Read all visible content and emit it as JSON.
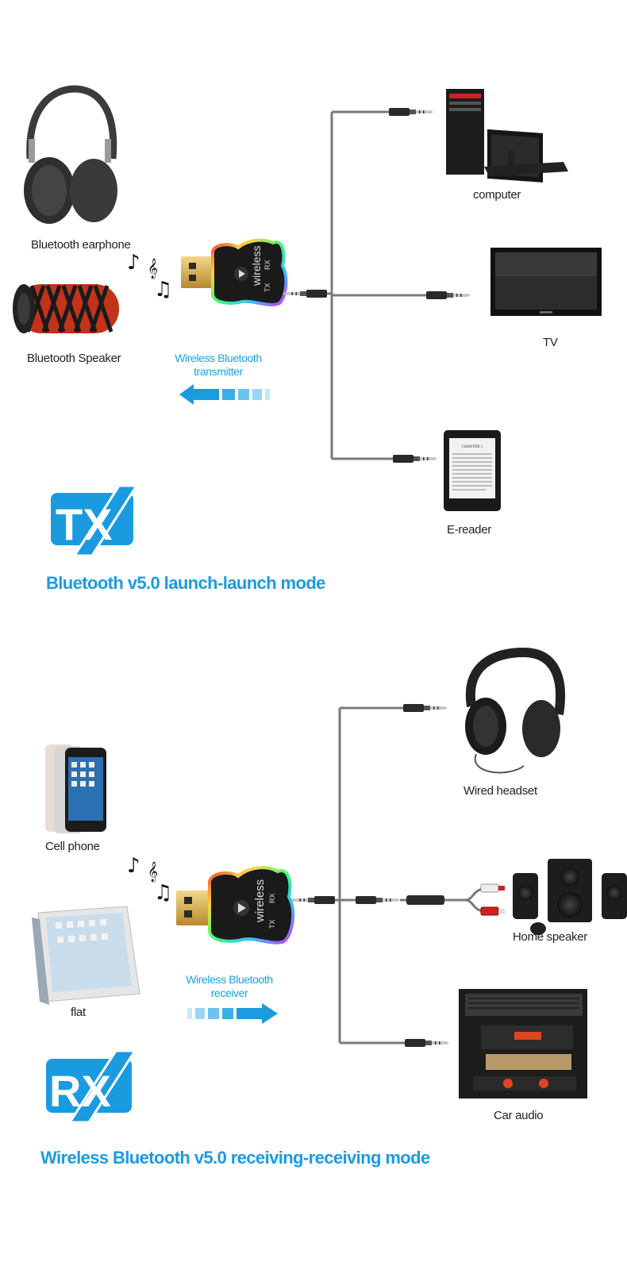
{
  "tx_section": {
    "source_labels": [
      "Bluetooth earphone",
      "Bluetooth Speaker"
    ],
    "transmitter_label": [
      "Wireless Bluetooth",
      "transmitter"
    ],
    "device_labels": [
      "computer",
      "TV",
      "E-reader"
    ],
    "badge_text": "TX",
    "mode_title": "Bluetooth v5.0 launch-launch mode",
    "dongle_text": {
      "brand": "wireless",
      "tx": "TX",
      "rx": "RX"
    },
    "ereader_screen_title": "CHAPTER 1"
  },
  "rx_section": {
    "source_labels": [
      "Cell phone",
      "flat"
    ],
    "receiver_label": [
      "Wireless Bluetooth",
      "receiver"
    ],
    "device_labels": [
      "Wired headset",
      "Home speaker",
      "Car audio"
    ],
    "badge_text": "RX",
    "mode_title": "Wireless Bluetooth v5.0 receiving-receiving mode",
    "dongle_text": {
      "brand": "wireless",
      "tx": "TX",
      "rx": "RX"
    }
  },
  "music_notes": [
    "♪",
    "𝄞",
    "♫"
  ],
  "colors": {
    "accent_blue": "#1a9be0",
    "arrow_blue": "#29a9e6",
    "cable_gray": "#7a7a7a",
    "usb_gold": "#d8b45a"
  }
}
